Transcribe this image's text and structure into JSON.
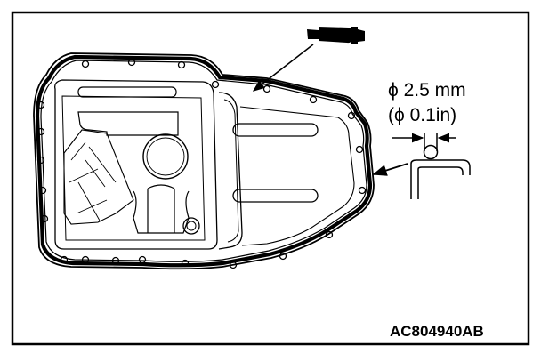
{
  "figure": {
    "spec_primary": "ϕ 2.5 mm",
    "spec_secondary": "(ϕ 0.1in)",
    "figure_code": "AC804940AB"
  },
  "callouts": {
    "sealant_tube": "sealant-tube-icon",
    "bead_arrow": "arrow-to-sealant-bead",
    "cross_section": "bead-cross-section-detail"
  },
  "colors": {
    "line": "#000000",
    "background": "#ffffff"
  }
}
